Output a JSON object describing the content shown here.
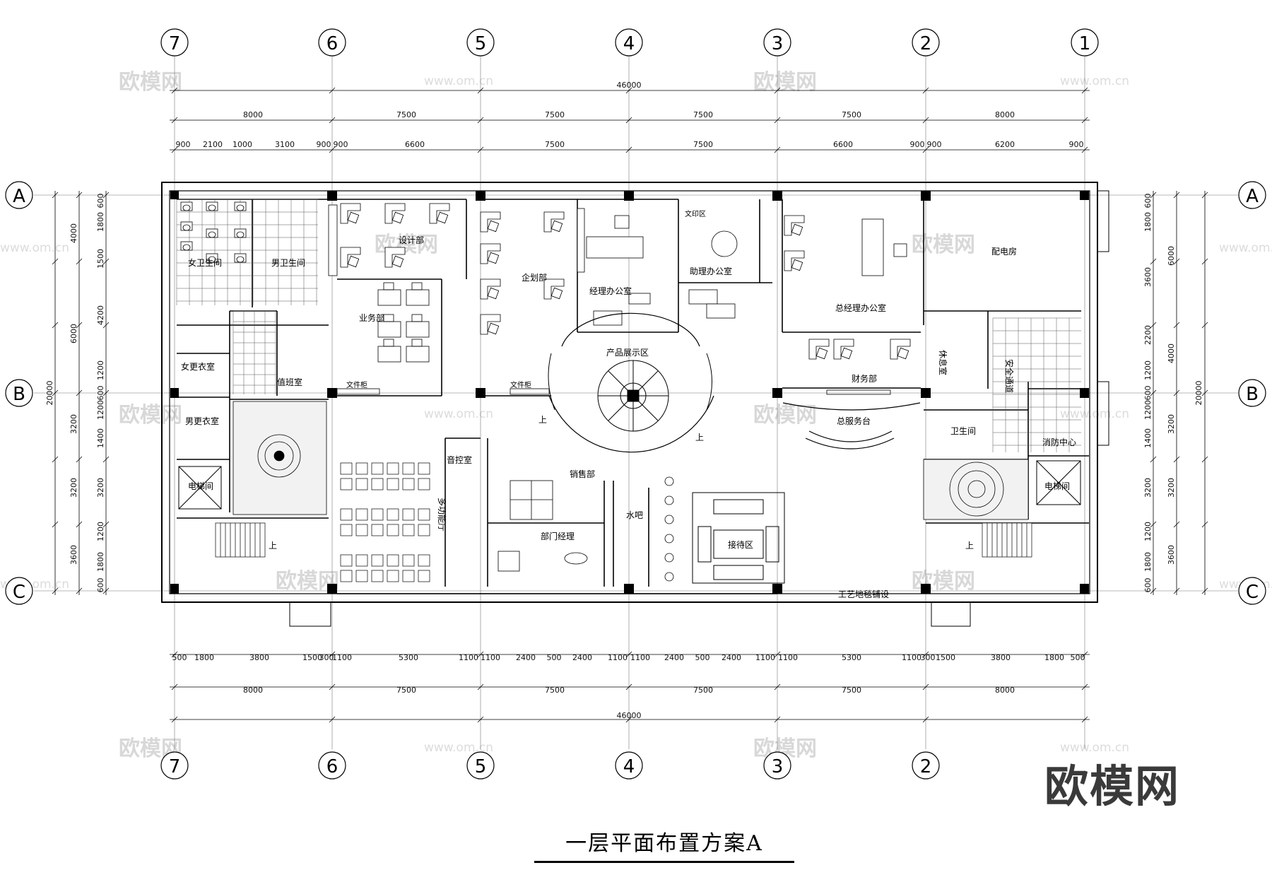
{
  "title": "一层平面布置方案A",
  "logo": "欧模网",
  "watermark": {
    "brand": "欧模网",
    "url": "www.om.cn"
  },
  "axes": {
    "columns": [
      "7",
      "6",
      "5",
      "4",
      "3",
      "2",
      "1"
    ],
    "rows": [
      "A",
      "B",
      "C"
    ]
  },
  "dimensions": {
    "top_total": "46000",
    "top_spans": [
      "8000",
      "7500",
      "7500",
      "7500",
      "7500",
      "8000"
    ],
    "top_detail": [
      "900",
      "2100",
      "1000",
      "3100",
      "900",
      "900",
      "6600",
      "7500",
      "7500",
      "6600",
      "900",
      "900",
      "6200",
      "900"
    ],
    "bottom_detail": [
      "500",
      "1800",
      "3800",
      "1500",
      "300",
      "1100",
      "5300",
      "1100",
      "1100",
      "2400",
      "500",
      "2400",
      "1100",
      "1100",
      "2400",
      "500",
      "2400",
      "1100",
      "1100",
      "5300",
      "1100",
      "300",
      "1500",
      "3800",
      "1800",
      "500"
    ],
    "bottom_spans": [
      "8000",
      "7500",
      "7500",
      "7500",
      "7500",
      "8000"
    ],
    "bottom_total": "46000",
    "side_total": "20000",
    "side_spans": [
      "6000",
      "4000",
      "3200",
      "3200",
      "3600"
    ],
    "left_spans": [
      "4000",
      "6000",
      "3200",
      "3200",
      "3600"
    ],
    "side_detail": [
      "600",
      "1800",
      "1500",
      "4200",
      "1200",
      "600",
      "1200",
      "1400",
      "3200",
      "1200",
      "1800",
      "600"
    ],
    "right_detail": [
      "600",
      "1800",
      "3600",
      "2200",
      "1200",
      "600",
      "1200",
      "1400",
      "3200",
      "1200",
      "1800",
      "600"
    ]
  },
  "rooms": {
    "womens_toilet": "女卫生间",
    "mens_toilet": "男卫生间",
    "womens_locker": "女更衣室",
    "duty_room": "值班室",
    "mens_locker": "男更衣室",
    "elevator_left": "电梯间",
    "design_dept": "设计部",
    "business_dept": "业务部",
    "planning_dept": "企划部",
    "manager_office": "经理办公室",
    "assistant_office": "助理办公室",
    "gm_office": "总经理办公室",
    "power_room": "配电房",
    "finance_dept": "财务部",
    "lounge": "休息室",
    "product_display": "产品展示区",
    "front_desk": "总服务台",
    "fire_exit": "安全通道",
    "wc": "卫生间",
    "fire_center": "消防中心",
    "elevator_right": "电梯间",
    "av_room": "音控室",
    "sales_dept": "销售部",
    "multi_hall": "多功能厅",
    "dept_manager": "部门经理",
    "water_bar": "水吧",
    "reception": "接待区",
    "carpet_note": "工艺地毯铺设",
    "stair_up": "上",
    "file_cabinet": "文件柜",
    "copier": "文印区"
  }
}
